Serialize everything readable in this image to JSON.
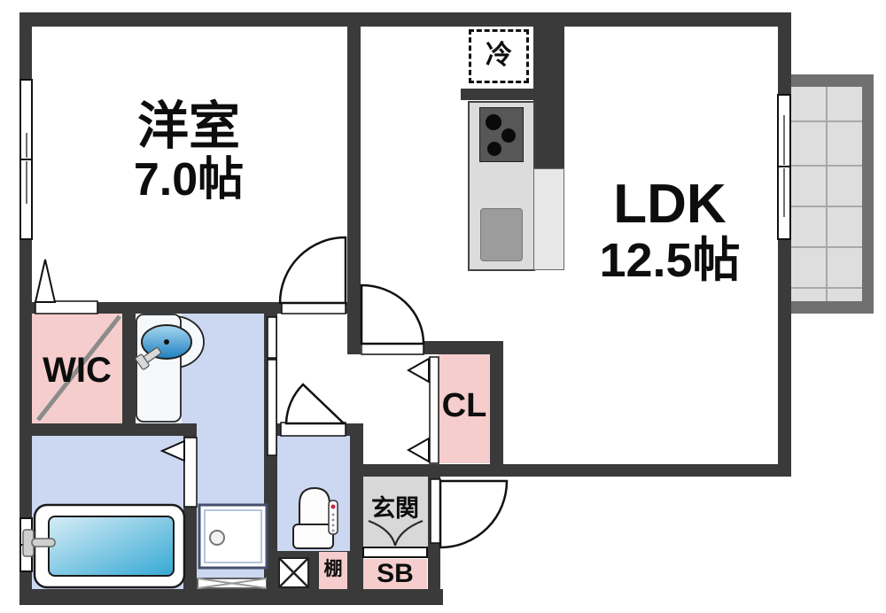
{
  "plan_type": "apartment-floor-plan",
  "rooms": {
    "western_room": {
      "label": "洋室",
      "size": "7.0帖"
    },
    "ldk": {
      "label": "LDK",
      "size": "12.5帖"
    },
    "wic": {
      "label": "WIC"
    },
    "closet": {
      "label": "CL"
    },
    "entrance": {
      "label": "玄関"
    },
    "shoe_box": {
      "label": "SB"
    },
    "shelf": {
      "label": "棚"
    },
    "refrigerator_space": {
      "label": "冷"
    }
  },
  "fixtures": [
    "kitchen-counter",
    "stove-burners",
    "kitchen-sink",
    "bathtub",
    "washbasin",
    "washing-machine",
    "toilet",
    "balcony"
  ],
  "colors": {
    "wall": "#3a3a3a",
    "storage_pink": "#f5cdcd",
    "water_area_blue": "#ccd7f1",
    "entrance_gray": "#d8d8d8",
    "balcony_frame": "#707070",
    "balcony_floor": "#dedede",
    "tub_blue": "#35a8d4",
    "text": "#0d0d0d"
  }
}
